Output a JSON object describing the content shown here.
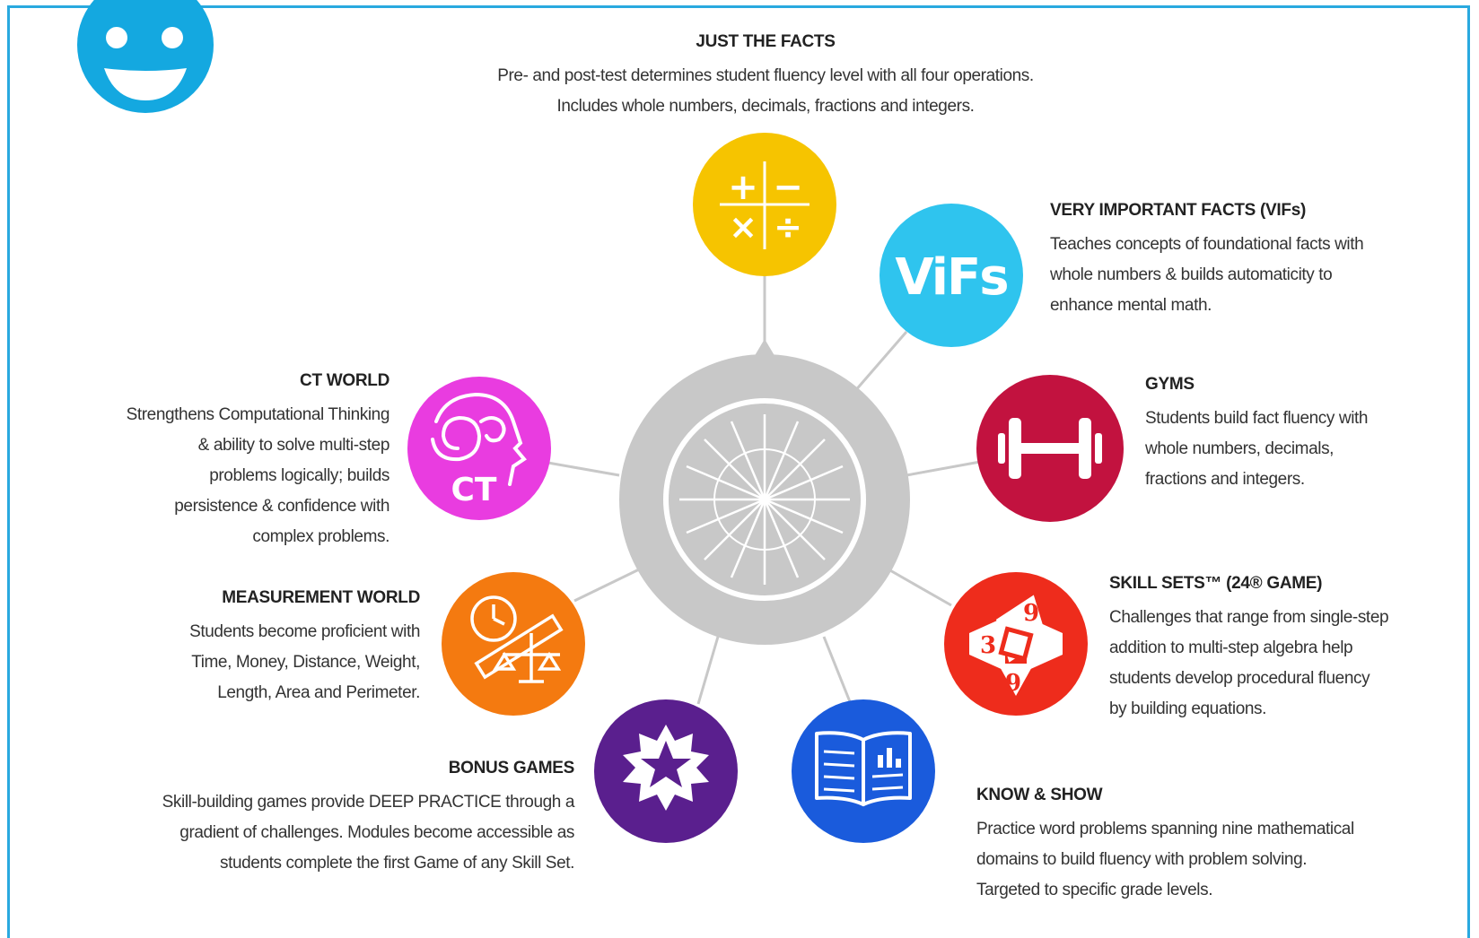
{
  "colors": {
    "frame": "#29a9df",
    "smiley": "#14a8e0",
    "hub": "#c8c8c8",
    "just_the_facts": "#f6c400",
    "vifs": "#2fc4ee",
    "gyms": "#c2123f",
    "skill_sets": "#ee2c1c",
    "know_show": "#1a5bdc",
    "bonus_games": "#5a1f8e",
    "measurement_world": "#f47a10",
    "ct_world": "#e93ce0"
  },
  "icons": {
    "smiley": "smiley-face-icon",
    "hub": "compass-wheel-icon",
    "just_the_facts": "math-operations-icon",
    "vifs": "vifs-logo-icon",
    "gyms": "dumbbell-icon",
    "skill_sets": "24-game-card-icon",
    "know_show": "open-book-icon",
    "bonus_games": "star-burst-icon",
    "measurement_world": "clock-ruler-scale-icon",
    "ct_world": "head-spiral-ct-icon"
  },
  "features": {
    "just_the_facts": {
      "title": "JUST THE FACTS",
      "desc": "Pre- and post-test determines student fluency level with all four operations.\nIncludes whole numbers, decimals, fractions and integers."
    },
    "vifs": {
      "title": "VERY IMPORTANT FACTS (VIFs)",
      "desc": "Teaches concepts of foundational facts with\nwhole numbers & builds automaticity to\nenhance  mental math.",
      "icon_text": "ViFs"
    },
    "gyms": {
      "title": "GYMS",
      "desc": "Students build fact fluency with\nwhole numbers, decimals,\nfractions and integers."
    },
    "skill_sets": {
      "title": "SKILL SETS™  (24® GAME)",
      "desc": "Challenges that range from single-step\naddition to multi-step algebra help\nstudents develop procedural fluency\nby building equations."
    },
    "know_show": {
      "title": "KNOW & SHOW",
      "desc": "Practice word problems spanning nine mathematical\ndomains to build fluency with problem solving.\nTargeted to specific grade levels."
    },
    "bonus_games": {
      "title": "BONUS GAMES",
      "desc": "Skill-building games provide DEEP PRACTICE through a\ngradient of challenges. Modules become accessible as\nstudents complete the first Game of any Skill Set."
    },
    "measurement_world": {
      "title": "MEASUREMENT WORLD",
      "desc": "Students become proficient with\nTime, Money, Distance, Weight,\nLength, Area and Perimeter."
    },
    "ct_world": {
      "title": "CT WORLD",
      "desc": "Strengthens Computational Thinking\n& ability to solve multi-step\nproblems logically; builds\npersistence & confidence with\ncomplex problems.",
      "icon_text": "CT"
    }
  }
}
